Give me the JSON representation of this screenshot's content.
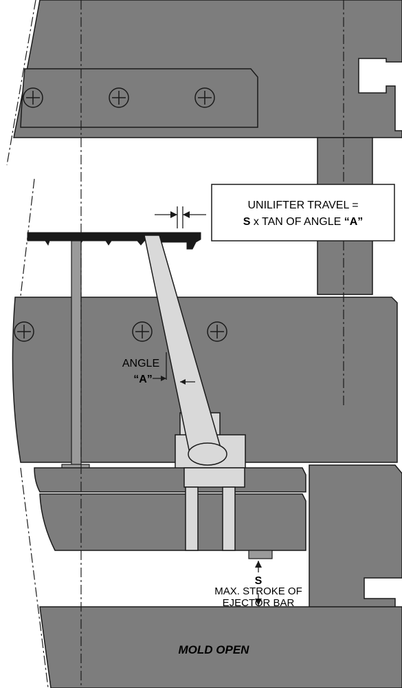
{
  "colors": {
    "plate": "#7d7d7d",
    "plate_stroke": "#1a1a1a",
    "light_plate": "#d9d9d9",
    "pin": "#9a9a9a",
    "part": "#1a1a1a",
    "background": "#ffffff"
  },
  "callout": {
    "line1": "UNILIFTER TRAVEL =",
    "line2_bold": "S",
    "line2_rest": " x TAN OF ANGLE ",
    "line2_angle": "“A”"
  },
  "angle_label": {
    "line1": "ANGLE",
    "line2": "“A”"
  },
  "stroke_label": {
    "symbol": "S",
    "line1": "MAX. STROKE OF",
    "line2": "EJECTOR BAR"
  },
  "state_label": "MOLD OPEN",
  "icons": [
    "screw-head-icon",
    "dimension-arrow-icon"
  ]
}
